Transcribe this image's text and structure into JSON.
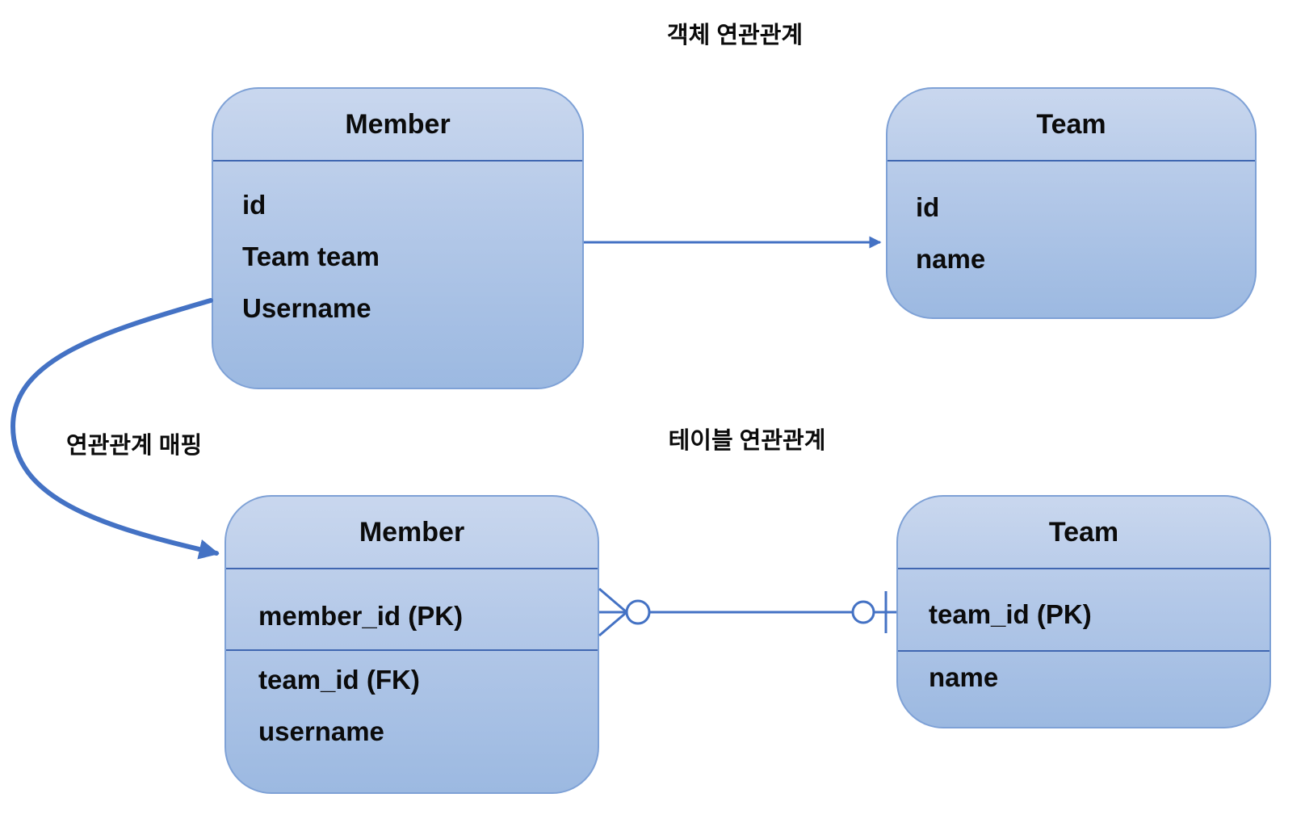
{
  "titles": {
    "object_relation": "객체 연관관계",
    "table_relation": "테이블 연관관계",
    "mapping": "연관관계 매핑"
  },
  "object_diagram": {
    "member": {
      "title": "Member",
      "fields": [
        "id",
        "Team team",
        "Username"
      ]
    },
    "team": {
      "title": "Team",
      "fields": [
        "id",
        "name"
      ]
    }
  },
  "table_diagram": {
    "member": {
      "title": "Member",
      "primary_key": "member_id (PK)",
      "fields": [
        "team_id (FK)",
        "username"
      ]
    },
    "team": {
      "title": "Team",
      "primary_key": "team_id (PK)",
      "fields": [
        "name"
      ]
    }
  },
  "relationship_notation": {
    "member_side": "crow-foot-zero-or-many",
    "team_side": "zero-or-one"
  },
  "colors": {
    "accent": "#4472C4",
    "box_fill_top": "#C9D7EE",
    "box_fill_bottom": "#9CB9E1",
    "box_border": "#7EA1D6",
    "divider": "#4067B1",
    "text": "#0B0B0B",
    "background": "#FFFFFF"
  }
}
